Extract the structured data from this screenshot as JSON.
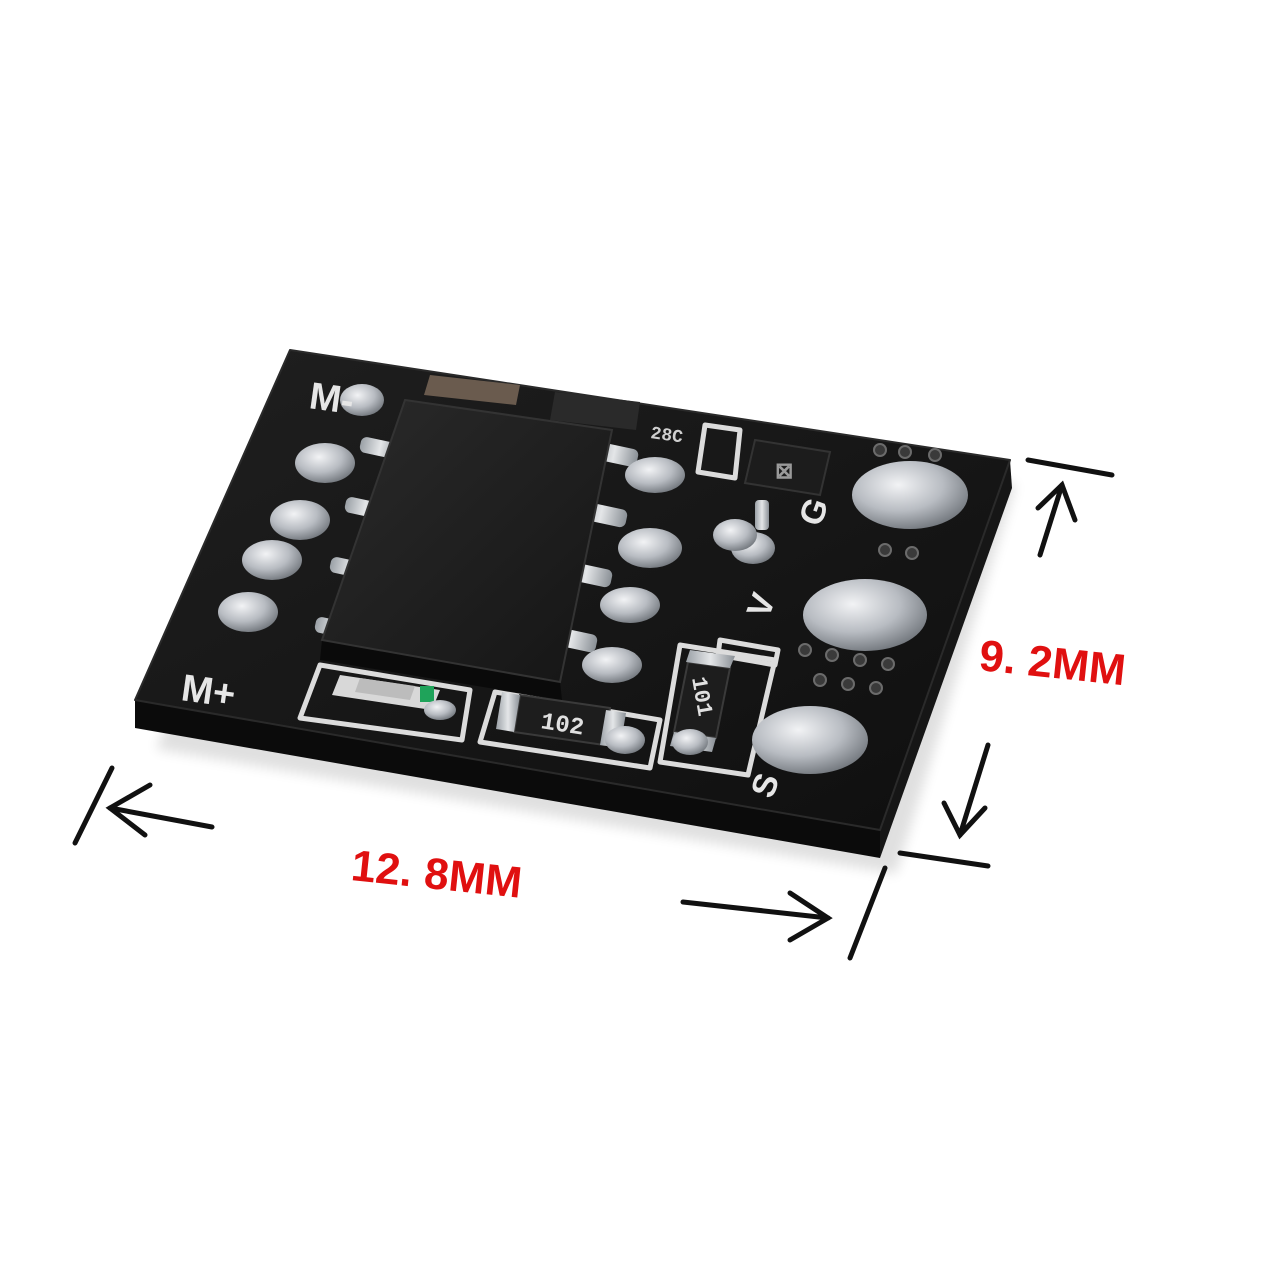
{
  "photo": {
    "subject": "PCB module",
    "silkscreen": {
      "m_minus": "M-",
      "m_plus": "M+",
      "pin_g": "G",
      "pin_v": "V",
      "pin_s": "S"
    },
    "resistor_codes": {
      "r1": "102",
      "r2": "101",
      "r3": "28C"
    }
  },
  "dimensions": {
    "width": "12. 8MM",
    "height": "9. 2MM"
  },
  "colors": {
    "board": "#151515",
    "board_edge": "#0b0b0b",
    "silk": "#e6e6e6",
    "solder": "#c9ccd0",
    "label": "#e01010",
    "arrow": "#111111"
  }
}
